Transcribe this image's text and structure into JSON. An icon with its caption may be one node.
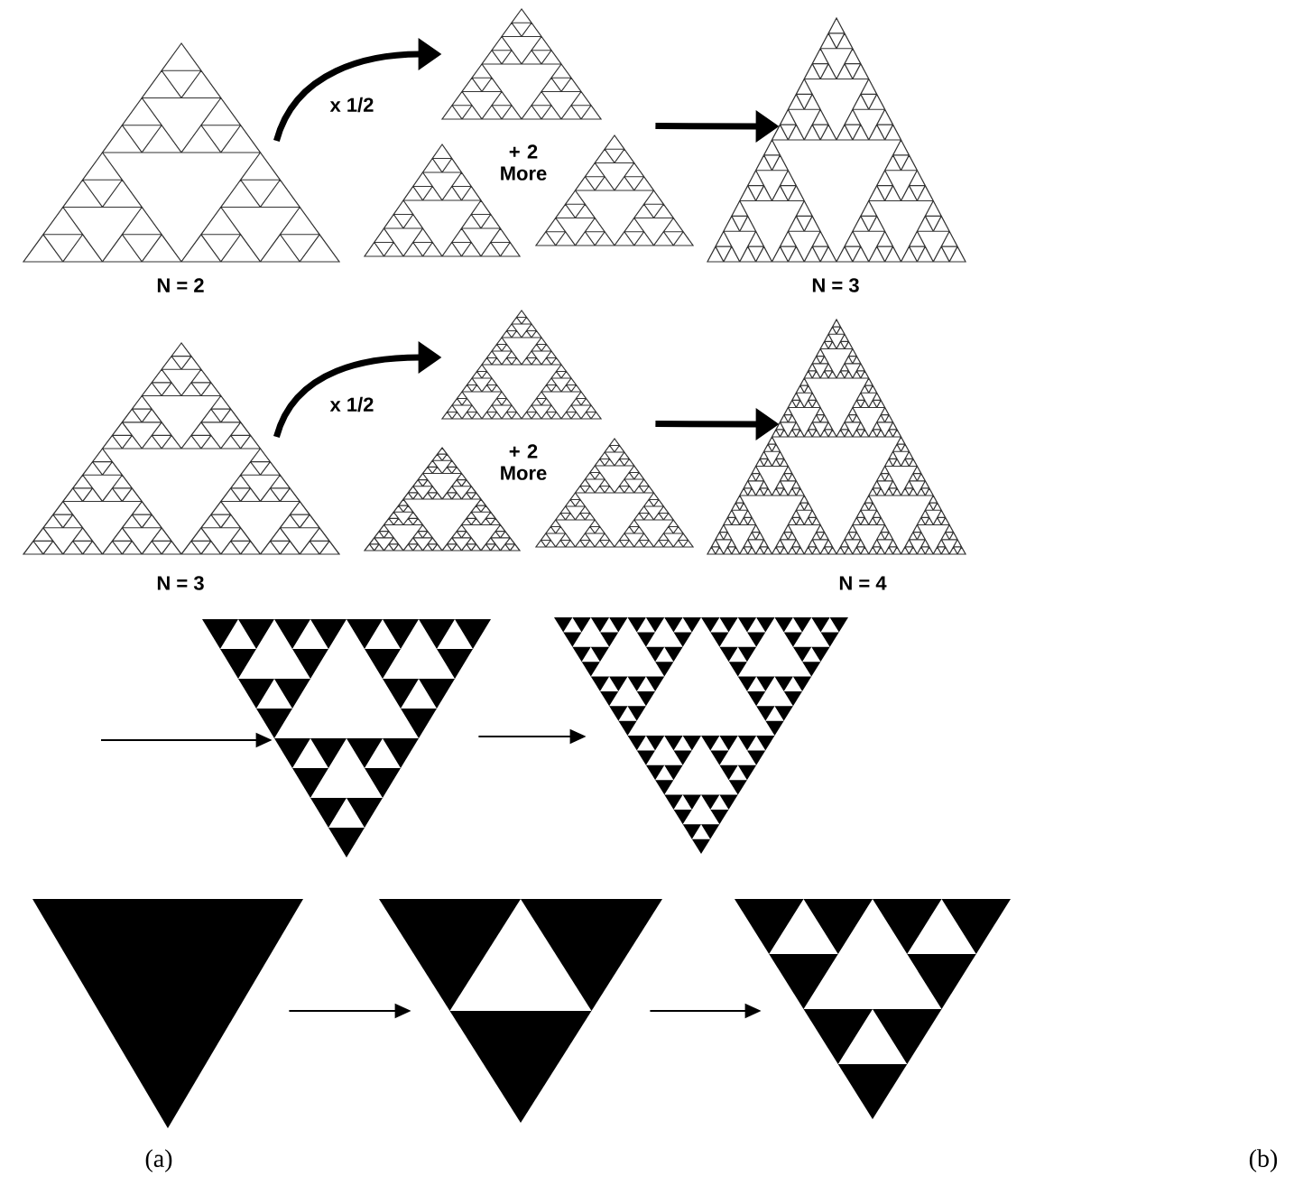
{
  "diagram": {
    "nodes": [
      {
        "text": [],
        "shape": "triangle",
        "beside": [
          "N = 2"
        ]
      },
      {
        "text": [],
        "shape": "triangle"
      },
      {
        "text": [],
        "shape": "triangle"
      },
      {
        "text": [],
        "shape": "triangle"
      },
      {
        "text": [],
        "shape": "triangle",
        "beside": [
          "N = 3"
        ]
      },
      {
        "text": [],
        "shape": "triangle",
        "beside": [
          "N = 3"
        ]
      },
      {
        "text": [],
        "shape": "triangle"
      },
      {
        "text": [],
        "shape": "triangle"
      },
      {
        "text": [],
        "shape": "triangle"
      },
      {
        "text": [],
        "shape": "triangle",
        "beside": [
          "N = 4"
        ]
      },
      {
        "text": [],
        "shape": "triangle"
      },
      {
        "text": [],
        "shape": "triangle"
      },
      {
        "text": [],
        "shape": "triangle"
      },
      {
        "text": [],
        "shape": "triangle"
      },
      {
        "text": [],
        "shape": "triangle"
      }
    ],
    "edges": [
      {
        "from": 0,
        "to": 1,
        "arrow": "to",
        "label": "x 1/2",
        "style": "thick"
      },
      {
        "from": 3,
        "to": 4,
        "arrow": "to",
        "style": "thick"
      },
      {
        "from": 5,
        "to": 6,
        "arrow": "to",
        "label": "x 1/2",
        "style": "thick"
      },
      {
        "from": 8,
        "to": 9,
        "arrow": "to",
        "style": "thick"
      },
      {
        "from": null,
        "to": 10,
        "arrow": "to"
      },
      {
        "from": 10,
        "to": 11,
        "arrow": "to"
      },
      {
        "from": 12,
        "to": 13,
        "arrow": "to"
      },
      {
        "from": 13,
        "to": 14,
        "arrow": "to"
      }
    ],
    "labels": [
      "+ 2 More",
      "+ 2 More",
      "(a)",
      "(b)"
    ]
  }
}
